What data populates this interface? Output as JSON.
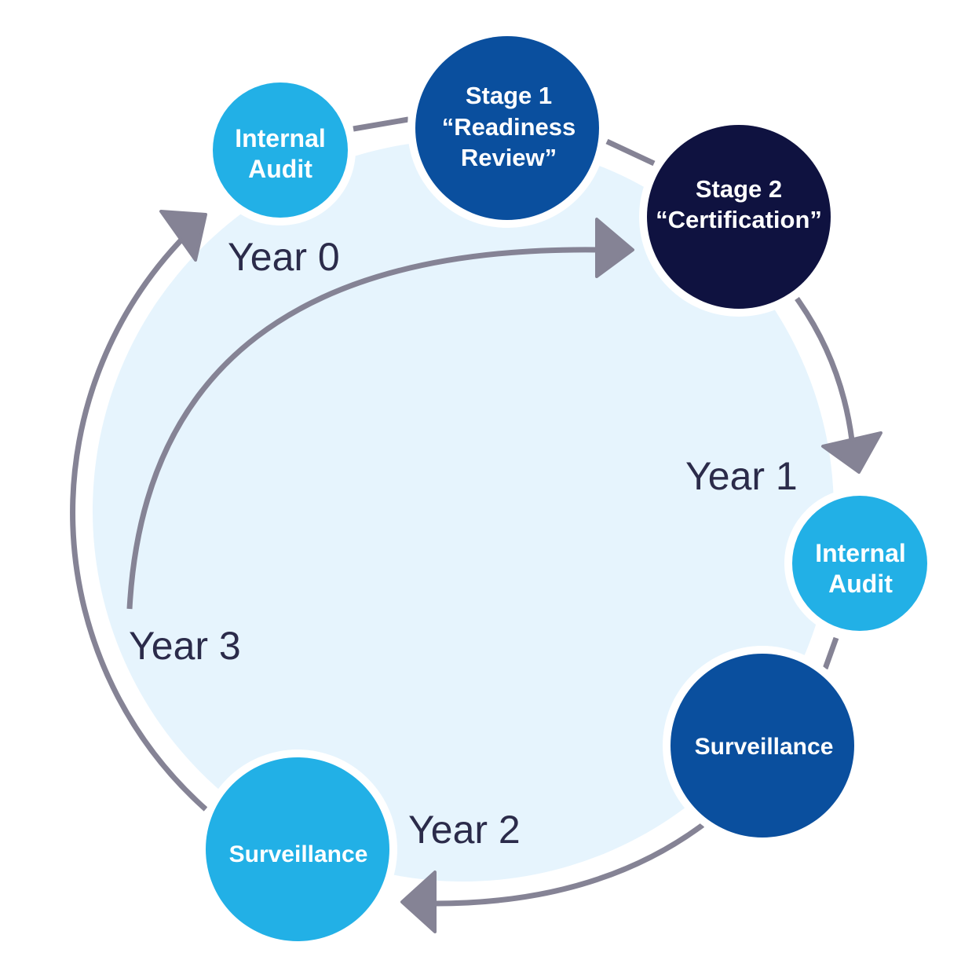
{
  "colors": {
    "light_blue": "#22b0e6",
    "mid_blue": "#0a4f9e",
    "navy": "#0f1240",
    "arrow": "#858395",
    "background_circle": "#e6f4fd",
    "year_text": "#2b2b4a"
  },
  "nodes": {
    "internal_audit_0": {
      "lines": [
        "Internal",
        "Audit"
      ]
    },
    "stage1": {
      "lines": [
        "Stage 1",
        "“Readiness",
        "Review”"
      ]
    },
    "stage2": {
      "lines": [
        "Stage 2",
        "“Certification”"
      ]
    },
    "internal_audit_1": {
      "lines": [
        "Internal",
        "Audit"
      ]
    },
    "surveillance_1": {
      "lines": [
        "Surveillance"
      ]
    },
    "surveillance_2": {
      "lines": [
        "Surveillance"
      ]
    }
  },
  "years": {
    "y0": "Year 0",
    "y1": "Year 1",
    "y2": "Year 2",
    "y3": "Year 3"
  }
}
